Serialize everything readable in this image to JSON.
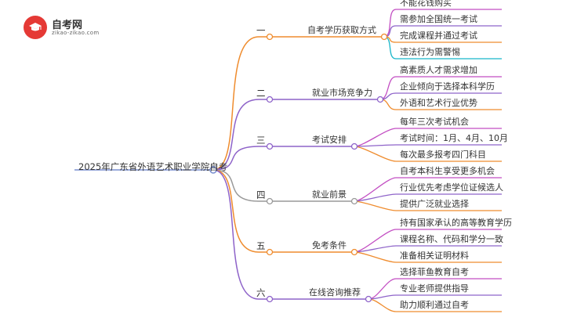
{
  "logo": {
    "title": "自考网",
    "url": "zikao-zikao.com",
    "icon": "graduation-cap-icon",
    "color": "#e53935"
  },
  "root": "2025年广东省外语艺术职业学院自考",
  "branches": [
    {
      "num": "一",
      "label": "自考学历获取方式",
      "color": "#ef8c2e",
      "children": [
        "不能花钱购买",
        "需参加全国统一考试",
        "完成课程并通过考试",
        "违法行为需警惕"
      ]
    },
    {
      "num": "二",
      "label": "就业市场竞争力",
      "color": "#8e63c9",
      "children": [
        "高素质人才需求增加",
        "企业倾向于选择本科学历",
        "外语和艺术行业优势"
      ]
    },
    {
      "num": "三",
      "label": "考试安排",
      "color": "#8e63c9",
      "children": [
        "每年三次考试机会",
        "考试时间：1月、4月、10月",
        "每次最多报考四门科目"
      ]
    },
    {
      "num": "四",
      "label": "就业前景",
      "color": "#999999",
      "children": [
        "自考本科生享受更多机会",
        "行业优先考虑学位证候选人",
        "提供广泛就业选择"
      ]
    },
    {
      "num": "五",
      "label": "免考条件",
      "color": "#ef8c2e",
      "children": [
        "持有国家承认的高等教育学历",
        "课程名称、代码和学分一致",
        "准备相关证明材料"
      ]
    },
    {
      "num": "六",
      "label": "在线咨询推荐",
      "color": "#8e63c9",
      "children": [
        "选择菲鱼教育自考",
        "专业老师提供指导",
        "助力顺利通过自考"
      ]
    }
  ]
}
